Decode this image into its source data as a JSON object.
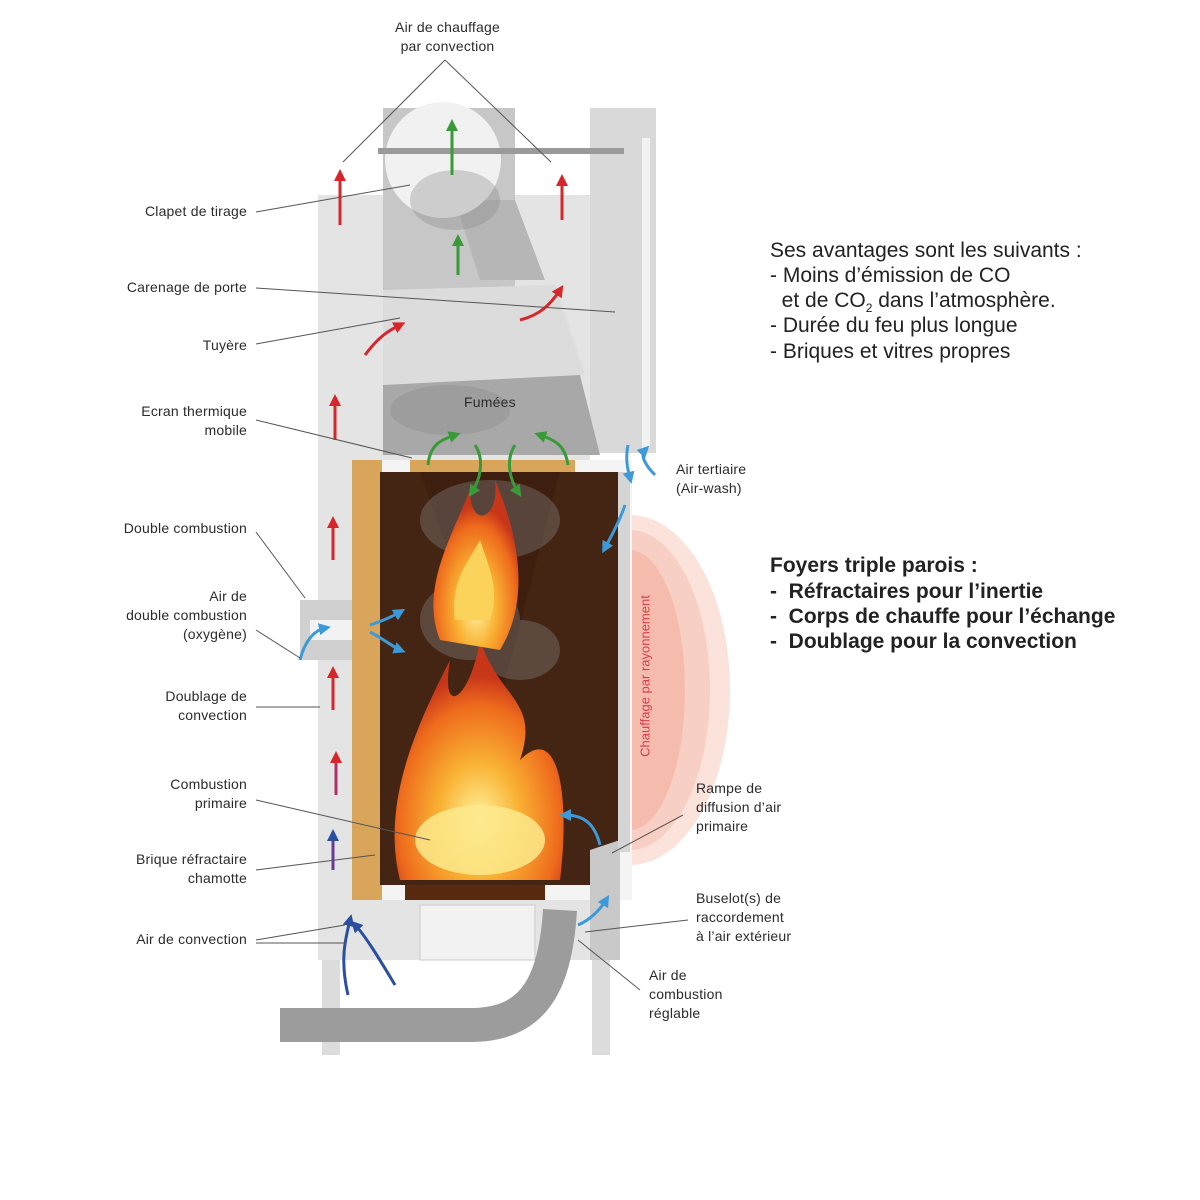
{
  "labels": {
    "air_chauffage": "Air de chauffage\npar convection",
    "clapet": "Clapet de tirage",
    "carenage": "Carenage de porte",
    "tuyere": "Tuyère",
    "ecran": "Ecran thermique\nmobile",
    "fumees": "Fumées",
    "double_combustion": "Double combustion",
    "air_double": "Air de\ndouble combustion\n(oxygène)",
    "doublage": "Doublage de\nconvection",
    "combustion_primaire": "Combustion\nprimaire",
    "brique": "Brique réfractaire\nchamotte",
    "air_convection": "Air de convection",
    "air_tertiaire": "Air tertiaire\n(Air-wash)",
    "rampe": "Rampe de\ndiffusion d’air\nprimaire",
    "buselot": "Buselot(s) de\nraccordement\nà l’air extérieur",
    "air_combustion": "Air de\ncombustion\nréglable",
    "rayonnement": "Chauffage par rayonnement"
  },
  "advantages": {
    "title": "Ses avantages sont les suivants :",
    "line1": "- Moins d’émission de CO",
    "line2a": "  et de CO",
    "line2sub": "2",
    "line2b": " dans l’atmosphère.",
    "line3": "- Durée du feu plus longue",
    "line4": "- Briques et vitres propres"
  },
  "triple": {
    "title": "Foyers triple parois :",
    "items": [
      "-  Réfractaires pour l’inertie",
      "-  Corps de chauffe pour l’échange",
      "-  Doublage pour la convection"
    ]
  },
  "colors": {
    "hot_air": "#d7262b",
    "cold_air": "#3d9ad8",
    "smoke_flow": "#3a9a3a",
    "convection_in": "#2a4fa0",
    "radiation": "#f3b5a8",
    "firebox": "#3e1f0f",
    "brick": "#d9a55a"
  }
}
